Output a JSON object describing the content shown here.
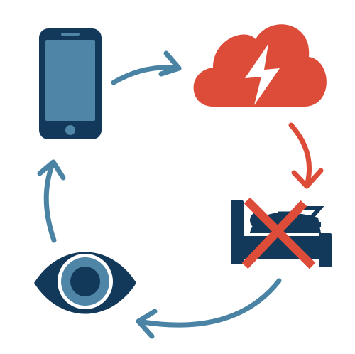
{
  "diagram": {
    "nodes": [
      {
        "id": "phone",
        "icon": "smartphone-icon"
      },
      {
        "id": "stress",
        "icon": "lightning-cloud-icon"
      },
      {
        "id": "no-sleep",
        "icon": "crossed-out-bed-icon",
        "label": "Z"
      },
      {
        "id": "eye",
        "icon": "eye-icon"
      }
    ],
    "edges": [
      {
        "from": "phone",
        "to": "stress",
        "color": "#4a83a3"
      },
      {
        "from": "stress",
        "to": "no-sleep",
        "color": "#dd4b39"
      },
      {
        "from": "no-sleep",
        "to": "eye",
        "color": "#4a83a3"
      },
      {
        "from": "eye",
        "to": "phone",
        "color": "#4a83a3"
      }
    ]
  },
  "colors": {
    "navy": "#12395a",
    "teal": "#4a83a3",
    "screen": "#4f85a6",
    "red": "#dd4b39",
    "white": "#ffffff"
  }
}
